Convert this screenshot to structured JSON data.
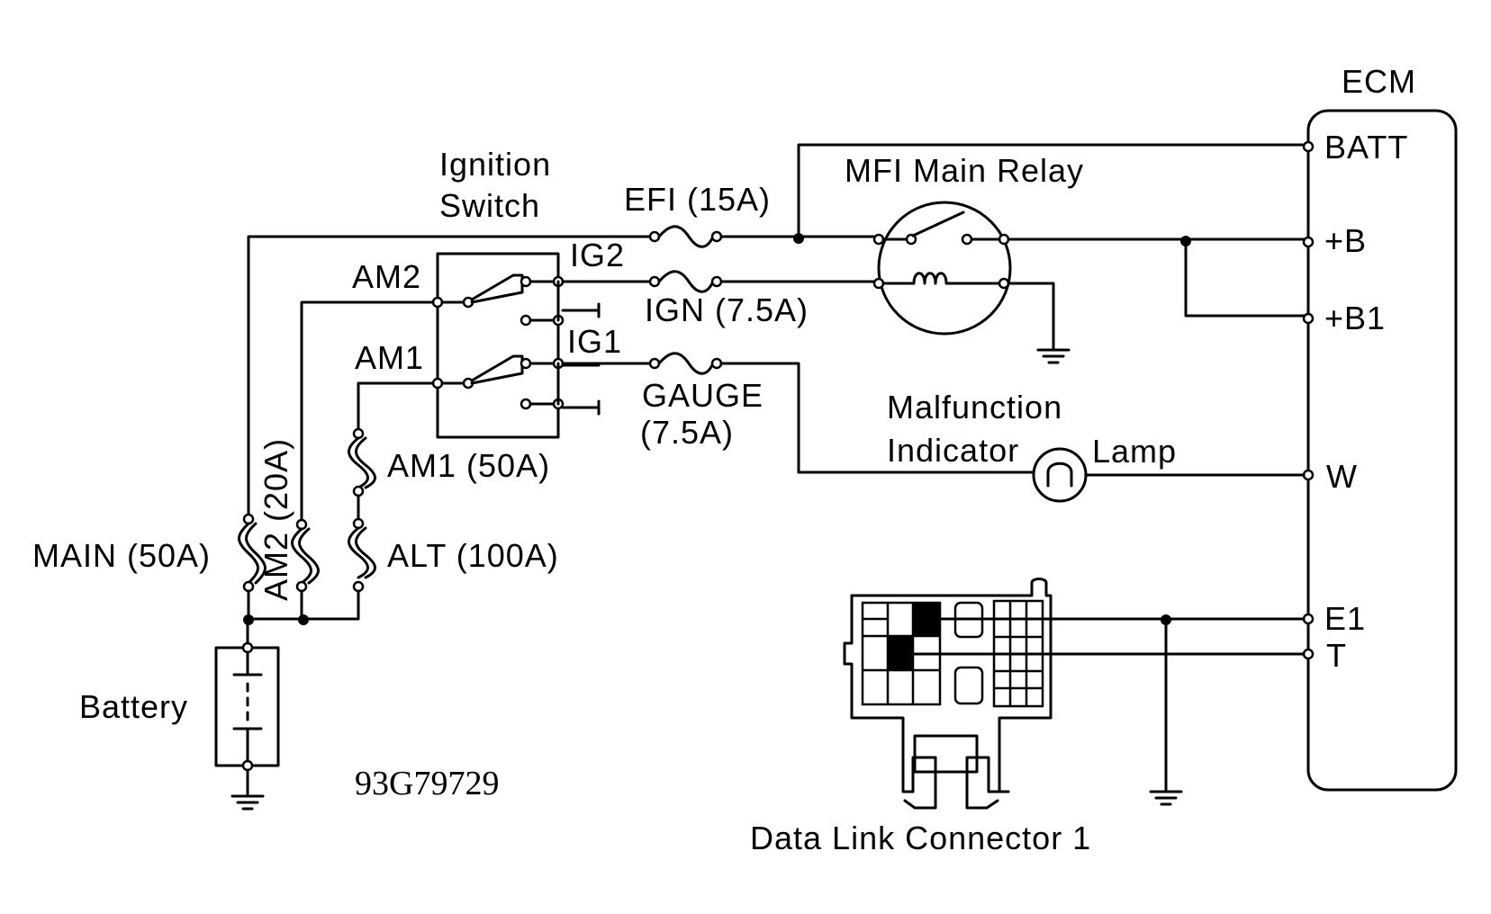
{
  "labels": {
    "ecm": "ECM",
    "batt": "BATT",
    "plus_b": "+B",
    "plus_b1": "+B1",
    "w": "W",
    "e1": "E1",
    "t": "T",
    "ignition_switch_line1": "Ignition",
    "ignition_switch_line2": "Switch",
    "efi_fuse": "EFI (15A)",
    "mfi_main_relay": "MFI Main Relay",
    "ig2": "IG2",
    "ign_fuse": "IGN (7.5A)",
    "ig1": "IG1",
    "am2": "AM2",
    "am1": "AM1",
    "gauge_fuse_line1": "GAUGE",
    "gauge_fuse_line2": "(7.5A)",
    "malfunction_line1": "Malfunction",
    "malfunction_line2": "Indicator",
    "lamp": "Lamp",
    "am2_fuse": "AM2 (20A)",
    "am1_fuse": "AM1 (50A)",
    "main_fuse": "MAIN (50A)",
    "alt_fuse": "ALT (100A)",
    "battery": "Battery",
    "figure_code": "93G79729",
    "data_link_connector": "Data Link Connector 1"
  }
}
